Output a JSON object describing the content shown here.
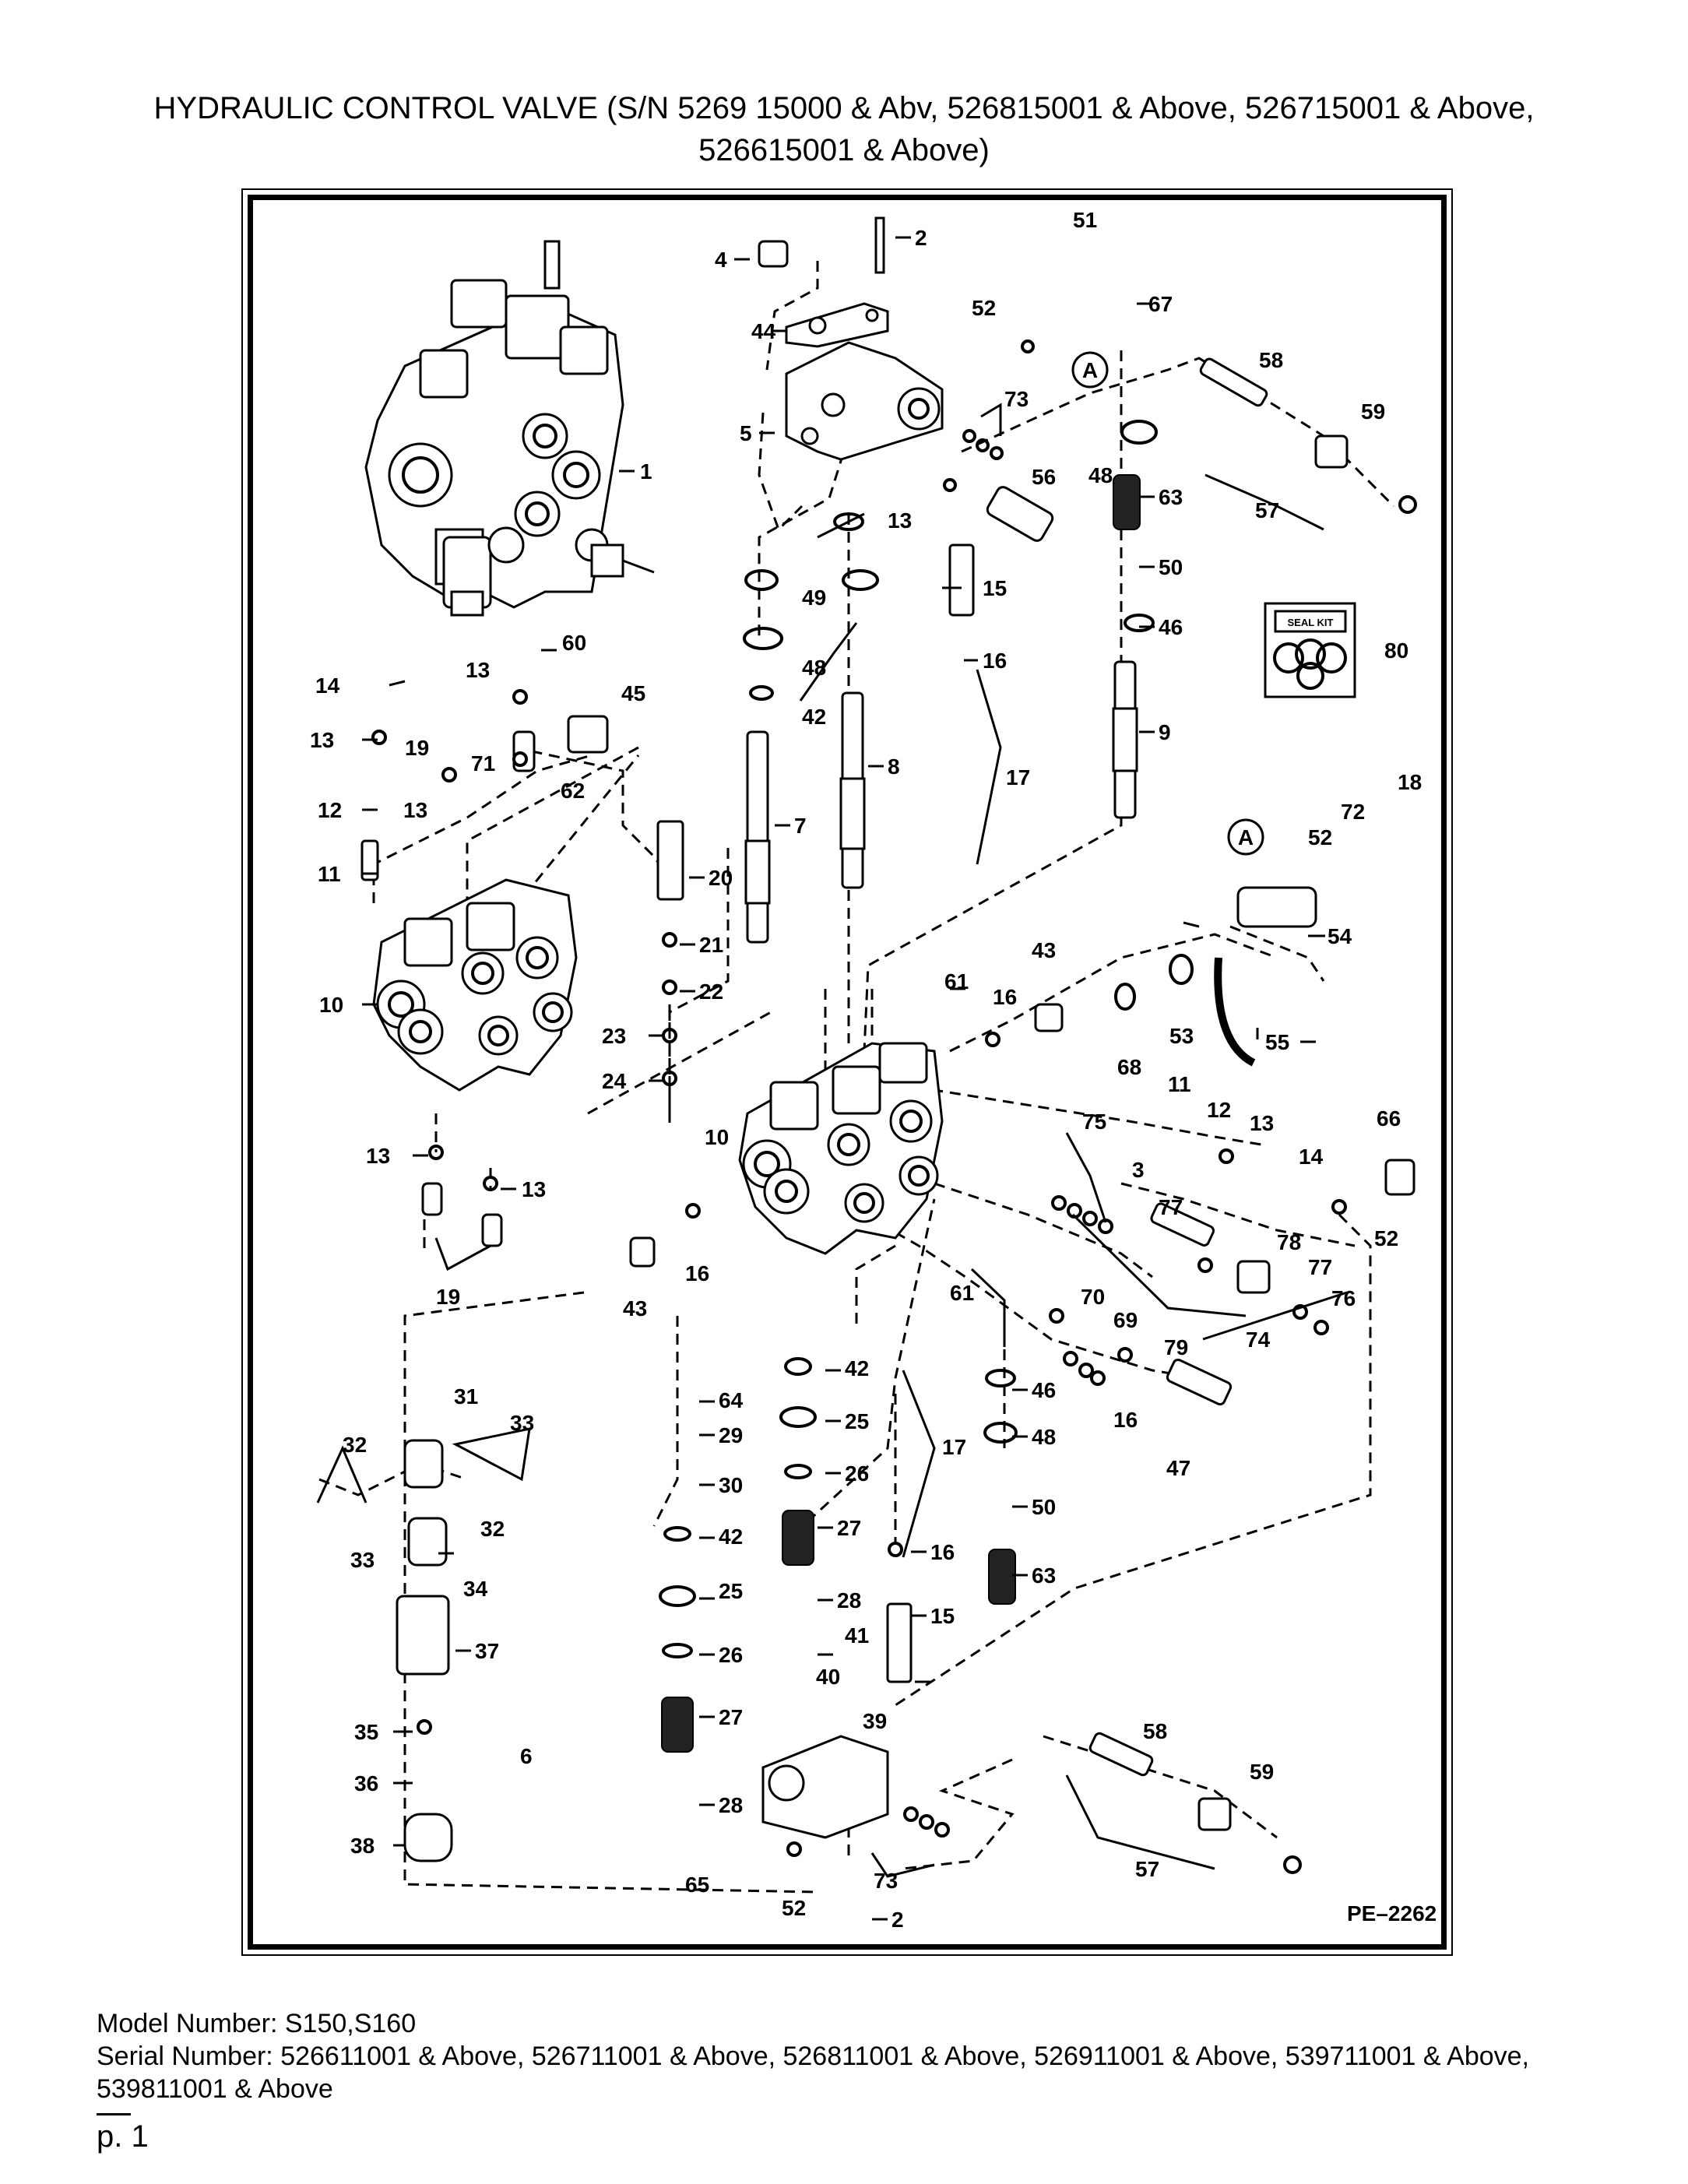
{
  "document": {
    "title_line1": "HYDRAULIC CONTROL VALVE (S/N 5269 15000 & Abv, 526815001 & Above, 526715001 & Above,",
    "title_line2": "526615001 & Above)"
  },
  "diagram": {
    "drawing_id": "PE–2262",
    "seal_kit_label": "SEAL KIT",
    "callout_A": "A",
    "callouts": [
      "1",
      "2",
      "3",
      "4",
      "5",
      "6",
      "7",
      "8",
      "9",
      "10",
      "11",
      "12",
      "13",
      "14",
      "15",
      "16",
      "17",
      "18",
      "19",
      "20",
      "21",
      "22",
      "23",
      "24",
      "25",
      "26",
      "27",
      "28",
      "29",
      "30",
      "31",
      "32",
      "33",
      "34",
      "35",
      "36",
      "37",
      "38",
      "39",
      "40",
      "41",
      "42",
      "43",
      "44",
      "45",
      "46",
      "47",
      "48",
      "49",
      "50",
      "51",
      "52",
      "53",
      "54",
      "55",
      "56",
      "57",
      "58",
      "59",
      "60",
      "61",
      "62",
      "63",
      "64",
      "65",
      "66",
      "67",
      "68",
      "69",
      "70",
      "71",
      "72",
      "73",
      "74",
      "75",
      "76",
      "77",
      "78",
      "79",
      "80"
    ]
  },
  "footer": {
    "model": "Model Number: S150,S160",
    "serial": "Serial Number: 526611001 & Above, 526711001 & Above, 526811001 & Above, 526911001 & Above, 539711001 & Above, 539811001 & Above",
    "page": "p. 1"
  }
}
